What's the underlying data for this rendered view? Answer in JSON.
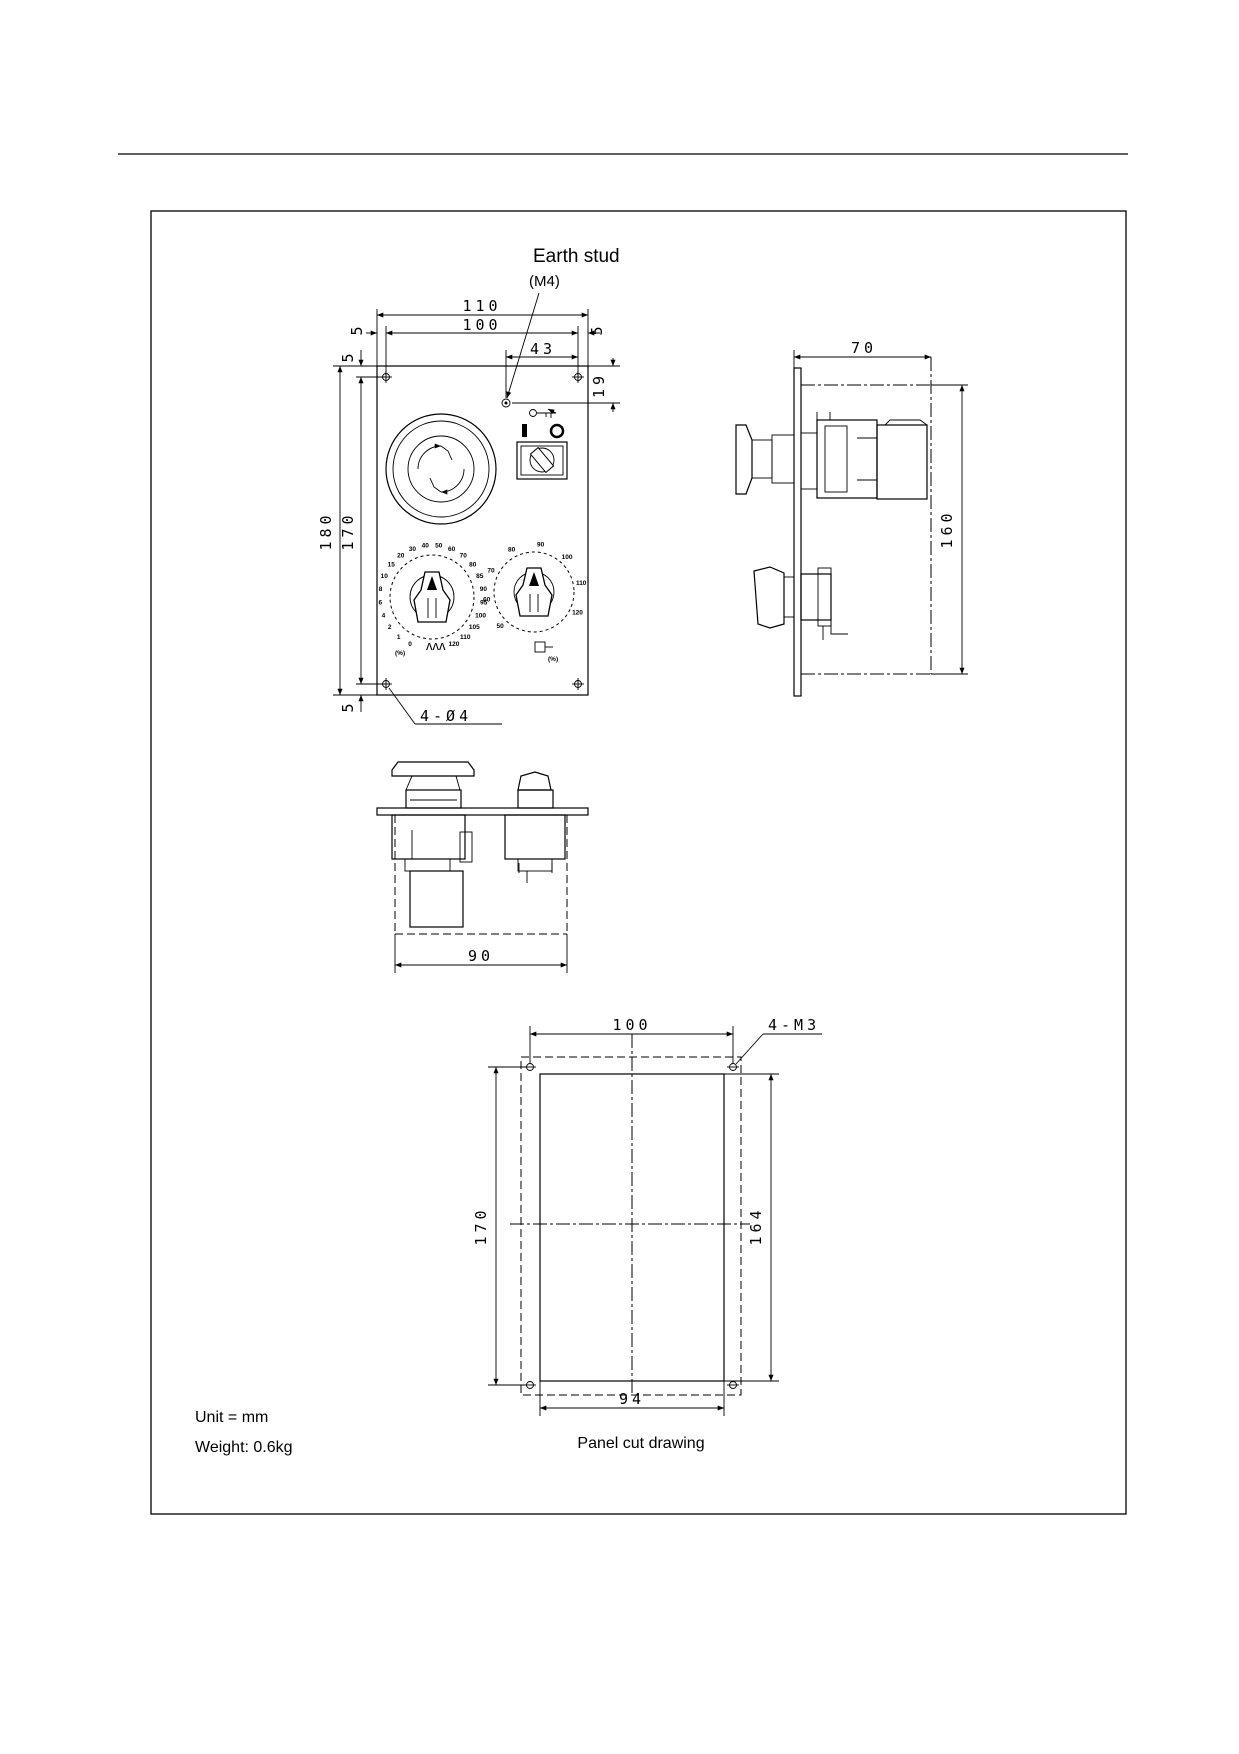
{
  "labels": {
    "earth_stud": "Earth stud",
    "earth_stud_size": "(M4)",
    "mount_holes": "4-Ø4",
    "tapped_holes": "4-M3",
    "unit": "Unit = mm",
    "weight": "Weight: 0.6kg",
    "panel_cut": "Panel cut drawing"
  },
  "front_view": {
    "dim_overall_width": "110",
    "dim_hole_pitch_width": "100",
    "dim_edge_left": "5",
    "dim_edge_right": "5",
    "dim_earth_stud_x": "43",
    "dim_earth_stud_y": "19",
    "dim_overall_height": "180",
    "dim_hole_pitch_height": "170",
    "dim_edge_top": "5",
    "dim_edge_bottom": "5"
  },
  "side_view": {
    "dim_depth": "70",
    "dim_height": "160"
  },
  "bottom_view": {
    "dim_width": "90"
  },
  "panel_cut_view": {
    "dim_hole_pitch_width": "100",
    "dim_cut_width": "94",
    "dim_hole_pitch_height": "170",
    "dim_cut_height": "164"
  },
  "dial_left": {
    "scale": [
      "0",
      "1",
      "2",
      "4",
      "6",
      "8",
      "10",
      "15",
      "20",
      "30",
      "40",
      "50",
      "60",
      "70",
      "80",
      "85",
      "90",
      "95",
      "100",
      "105",
      "110",
      "120"
    ],
    "unit": "(%)"
  },
  "dial_right": {
    "scale": [
      "50",
      "60",
      "70",
      "80",
      "90",
      "100",
      "110",
      "120"
    ],
    "unit": "(%)"
  }
}
